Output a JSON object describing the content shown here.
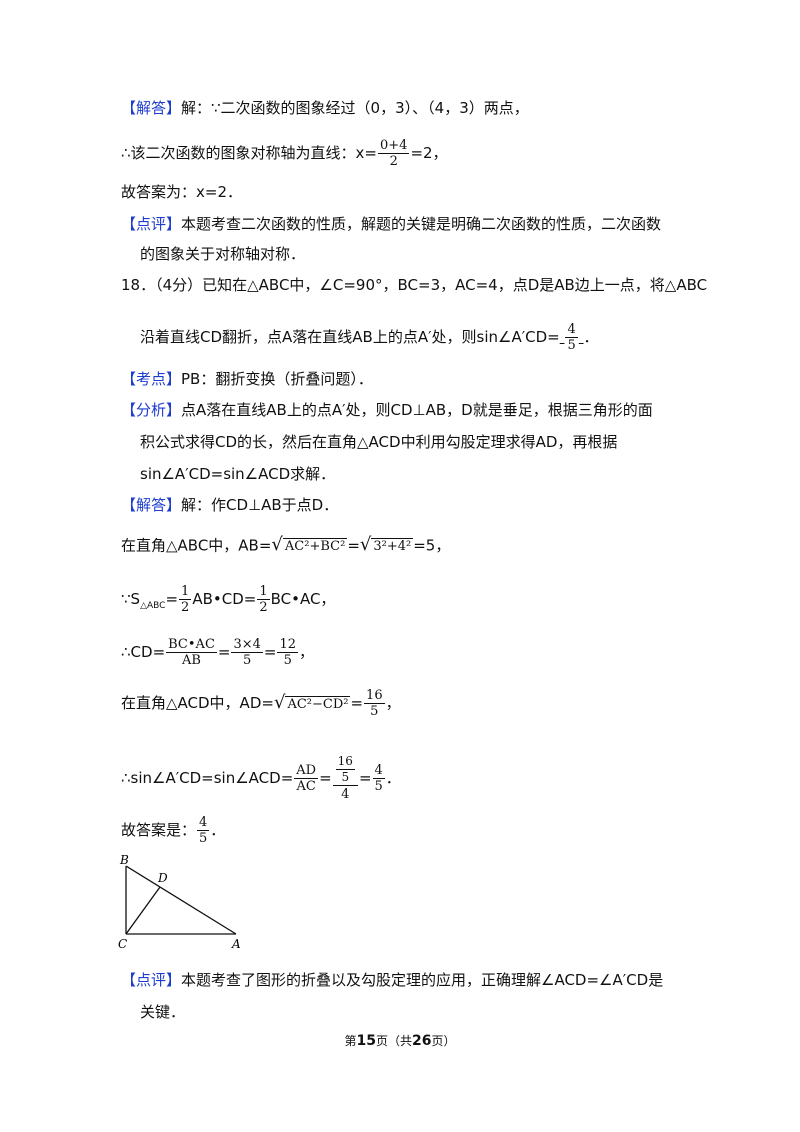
{
  "labels": {
    "jieda": "【解答】",
    "dianping": "【点评】",
    "kaodian": "【考点】",
    "fenxi": "【分析】"
  },
  "q17": {
    "l1": "解：∵二次函数的图象经过（0，3）、（4，3）两点，",
    "l2_pre": "∴该二次函数的图象对称轴为直线：x=",
    "l2_num": "0+4",
    "l2_den": "2",
    "l2_post": "=2，",
    "l3": "故答案为：x=2．",
    "p1": "本题考查二次函数的性质，解题的关键是明确二次函数的性质，二次函数",
    "p2": "的图象关于对称轴对称．"
  },
  "q18": {
    "stem1": "18．（4分）已知在△ABC中，∠C=90°，BC=3，AC=4，点D是AB边上一点，将△ABC",
    "stem2_pre": "沿着直线CD翻折，点A落在直线AB上的点A′处，则sin∠A′CD=",
    "stem2_num": "4",
    "stem2_den": "5",
    "stem2_post": "．",
    "kaodian": "PB：翻折变换（折叠问题）．",
    "fx1": "点A落在直线AB上的点A′处，则CD⊥AB，D就是垂足，根据三角形的面",
    "fx2": "积公式求得CD的长，然后在直角△ACD中利用勾股定理求得AD，再根据",
    "fx3": "sin∠A′CD=sin∠ACD求解．",
    "jd1": "解：作CD⊥AB于点D．",
    "s1_pre": "在直角△ABC中，AB=",
    "s1_r1": "AC²+BC²",
    "s1_mid": "=",
    "s1_r2": "3²+4²",
    "s1_post": "=5，",
    "s2_pre": "∵S",
    "s2_sub": "△ABC",
    "s2_eq": "=",
    "s2_f1n": "1",
    "s2_f1d": "2",
    "s2_mid": "AB•CD=",
    "s2_f2n": "1",
    "s2_f2d": "2",
    "s2_post": "BC•AC，",
    "s3_pre": "∴CD=",
    "s3_f1n": "BC•AC",
    "s3_f1d": "AB",
    "s3_f2n": "3×4",
    "s3_f2d": "5",
    "s3_f3n": "12",
    "s3_f3d": "5",
    "s3_post": "，",
    "s4_pre": "在直角△ACD中，AD=",
    "s4_r": "AC²−CD²",
    "s4_fn": "16",
    "s4_fd": "5",
    "s4_post": "，",
    "s5_pre": "∴sin∠A′CD=sin∠ACD=",
    "s5_f1n": "AD",
    "s5_f1d": "AC",
    "s5_f2nn": "16",
    "s5_f2nd": "5",
    "s5_f2d": "4",
    "s5_f3n": "4",
    "s5_f3d": "5",
    "s5_post": "．",
    "ans_pre": "故答案是：",
    "ans_n": "4",
    "ans_d": "5",
    "ans_post": "．",
    "fig": {
      "B": "B",
      "D": "D",
      "C": "C",
      "A": "A"
    },
    "dp1": "本题考查了图形的折叠以及勾股定理的应用，正确理解∠ACD=∠A′CD是",
    "dp2": "关键．"
  },
  "footer": {
    "pre": "第",
    "page": "15",
    "mid": "页（共",
    "total": "26",
    "post": "页）"
  }
}
